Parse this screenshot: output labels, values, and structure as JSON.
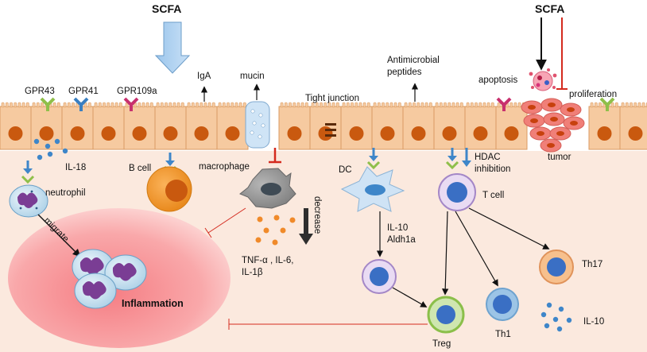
{
  "labels": {
    "scfa_left": "SCFA",
    "scfa_right": "SCFA",
    "gpr43": "GPR43",
    "gpr41": "GPR41",
    "gpr109a": "GPR109a",
    "iga": "IgA",
    "mucin": "mucin",
    "tight_junction": "Tight junction",
    "antimicrobial_line1": "Antimicrobial",
    "antimicrobial_line2": "peptides",
    "apoptosis": "apoptosis",
    "proliferation": "proliferation",
    "tumor": "tumor",
    "il18": "IL-18",
    "neutrophil": "neutrophil",
    "migrate": "migrate",
    "b_cell": "B cell",
    "macrophage": "macrophage",
    "decrease": "decrease",
    "cytokines_line1": "TNF-α , IL-6,",
    "cytokines_line2": "IL-1β",
    "dc": "DC",
    "hdac_line1": "HDAC",
    "hdac_line2": "inhibition",
    "t_cell": "T cell",
    "il10_aldh_line1": "IL-10",
    "il10_aldh_line2": "Aldh1a",
    "th17": "Th17",
    "th1": "Th1",
    "treg": "Treg",
    "il10": "IL-10",
    "inflammation": "Inflammation"
  },
  "colors": {
    "epithelium": "#f6caa0",
    "nucleus": "#c9590f",
    "lamina": "#fbe9de",
    "gpr43": "#8fbf4a",
    "gpr41": "#3a7fc1",
    "gpr109a": "#c8306e",
    "inhibit_red": "#d42a1e",
    "receptor_blue": "#3e86c9",
    "tumor_cell": "#f07f78"
  }
}
